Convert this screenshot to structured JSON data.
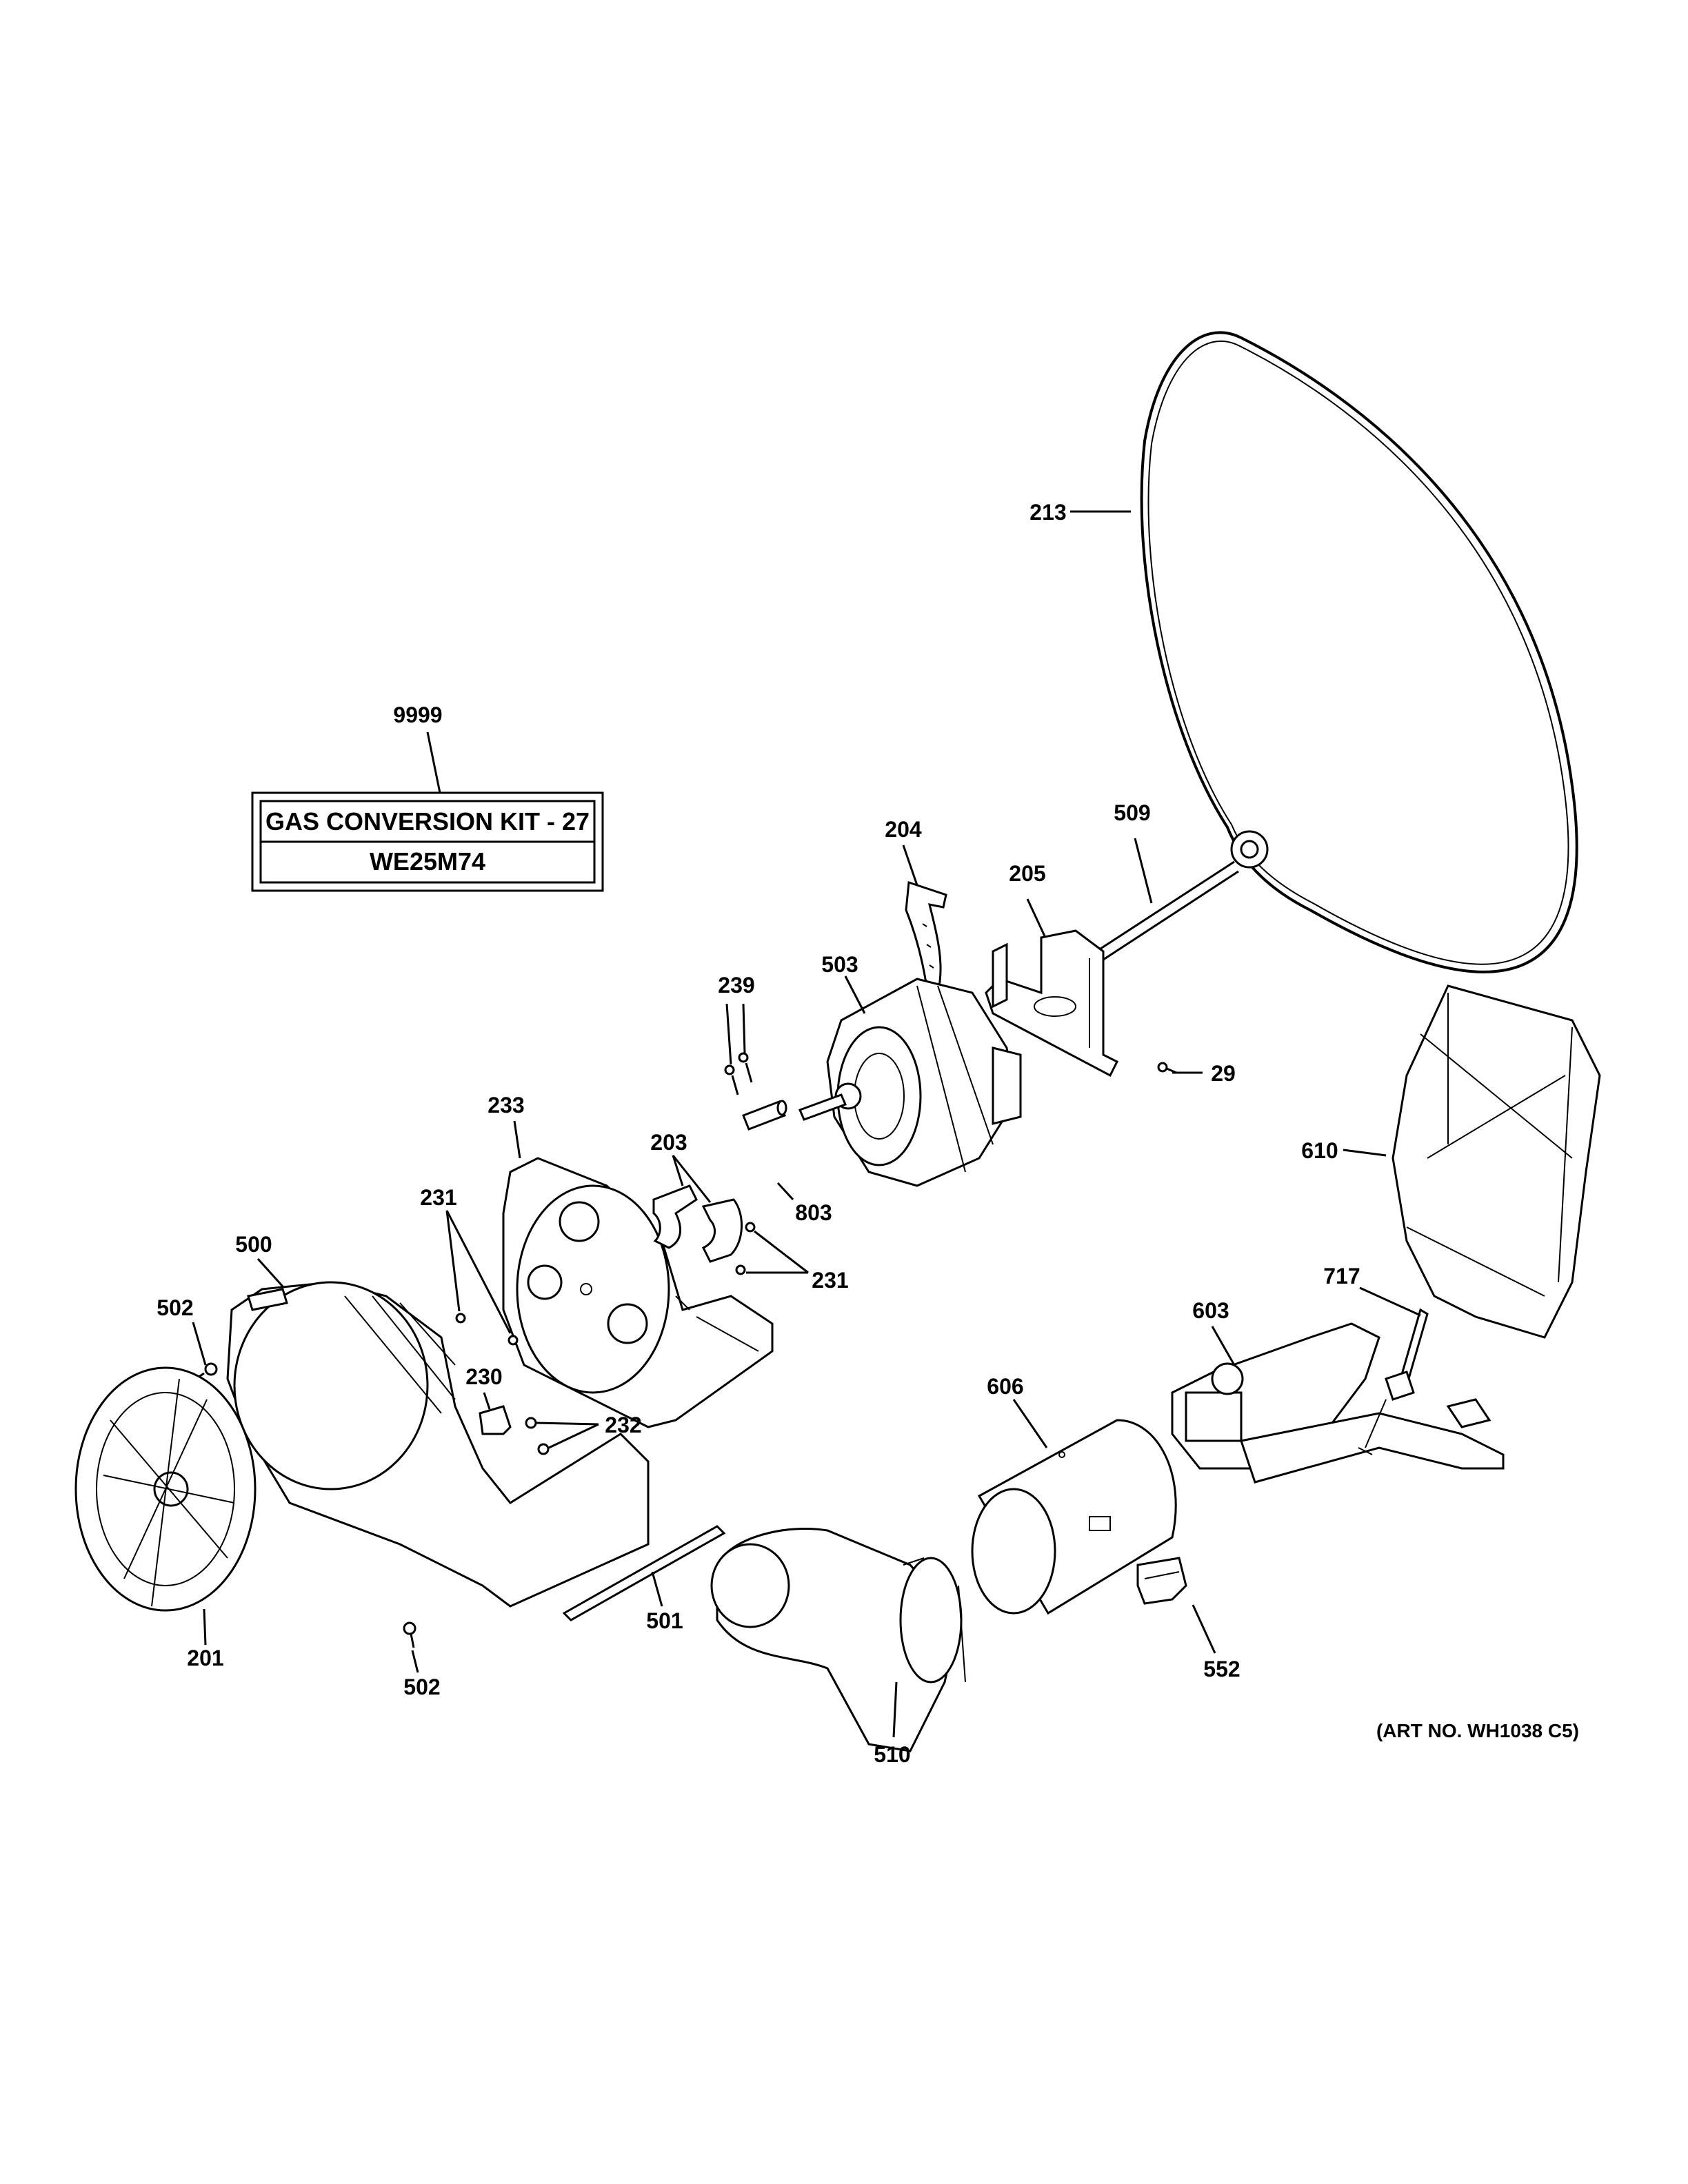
{
  "kit": {
    "number": "9999",
    "line1": "GAS CONVERSION KIT - 27",
    "line2": "WE25M74"
  },
  "art_no": "(ART NO. WH1038 C5)",
  "labels": {
    "p213": "213",
    "p509": "509",
    "p204": "204",
    "p205": "205",
    "p503": "503",
    "p239": "239",
    "p29": "29",
    "p233": "233",
    "p203": "203",
    "p803": "803",
    "p610": "610",
    "p231a": "231",
    "p231b": "231",
    "p500": "500",
    "p502a": "502",
    "p717": "717",
    "p603": "603",
    "p230": "230",
    "p232": "232",
    "p606": "606",
    "p201": "201",
    "p501": "501",
    "p502b": "502",
    "p552": "552",
    "p510": "510"
  }
}
